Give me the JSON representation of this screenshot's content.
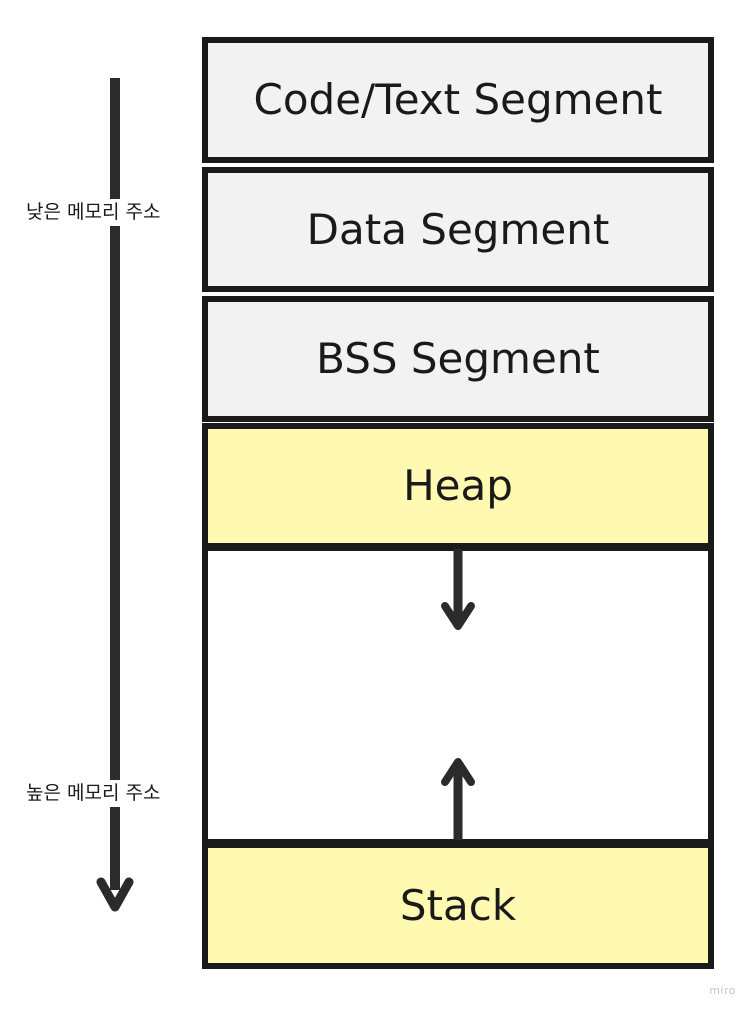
{
  "segments": {
    "code": "Code/Text Segment",
    "data": "Data Segment",
    "bss": "BSS Segment",
    "heap": "Heap",
    "stack": "Stack"
  },
  "address_labels": {
    "low": "낮은 메모리 주소",
    "high": "높은 메모리 주소"
  },
  "colors": {
    "gray_segment": "#f2f2f2",
    "yellow_segment": "#fff9b1",
    "border": "#1a1a1a"
  },
  "watermark": "miro"
}
